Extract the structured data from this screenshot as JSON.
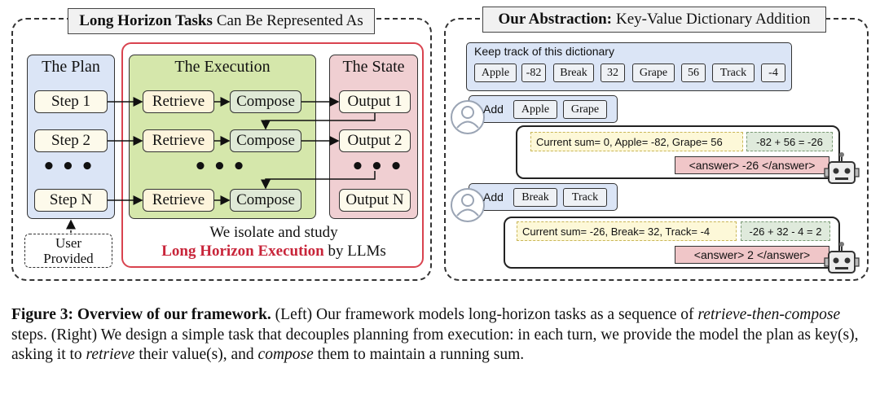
{
  "left": {
    "title_bold": "Long Horizon Tasks",
    "title_rest": "Can Be Represented As",
    "plan": {
      "label": "The Plan",
      "steps": [
        "Step 1",
        "Step 2",
        "Step N"
      ],
      "dots": "•••"
    },
    "execution": {
      "label": "The Execution",
      "retrieve": "Retrieve",
      "compose": "Compose",
      "dots": "•••"
    },
    "state": {
      "label": "The State",
      "outputs": [
        "Output 1",
        "Output 2",
        "Output N"
      ],
      "dots": "•••"
    },
    "user_provided": "User\nProvided",
    "isolate_line1": "We isolate and study",
    "isolate_highlight": "Long Horizon Execution",
    "isolate_tail": "by LLMs",
    "colors": {
      "plan": "#dbe5f6",
      "execution": "#d5e7ab",
      "state": "#f0cfd2",
      "highlight": "#c8253a"
    }
  },
  "right": {
    "title_bold": "Our Abstraction:",
    "title_rest": "Key-Value Dictionary Addition",
    "dict_title": "Keep track of this dictionary",
    "dict_items": [
      "Apple",
      "-82",
      "Break",
      "32",
      "Grape",
      "56",
      "Track",
      "-4"
    ],
    "turn1": {
      "add": "Add",
      "keys": [
        "Apple",
        "Grape"
      ],
      "calc": "Current sum= 0, Apple= -82, Grape= 56",
      "expr": "-82 + 56 = -26",
      "answer": "<answer> -26 </answer>"
    },
    "turn2": {
      "add": "Add",
      "keys": [
        "Break",
        "Track"
      ],
      "calc": "Current sum= -26, Break= 32, Track= -4",
      "expr": "-26 + 32 - 4 = 2",
      "answer": "<answer> 2 </answer>"
    },
    "icons": [
      "user-avatar-icon",
      "robot-icon"
    ]
  },
  "caption": {
    "label": "Figure 3:",
    "bold": "Overview of our framework.",
    "left_tag": "(Left)",
    "t1": "Our framework models long-horizon tasks as a sequence of",
    "t2_it": "retrieve-then-compose",
    "t3": "steps.",
    "right_tag": "(Right)",
    "t4": "We design a simple task that decouples planning from execution: in each turn, we provide the model the plan as key(s), asking it to",
    "t5_it": "retrieve",
    "t6": "their value(s), and",
    "t7_it": "compose",
    "t8": "them to maintain a running sum."
  }
}
